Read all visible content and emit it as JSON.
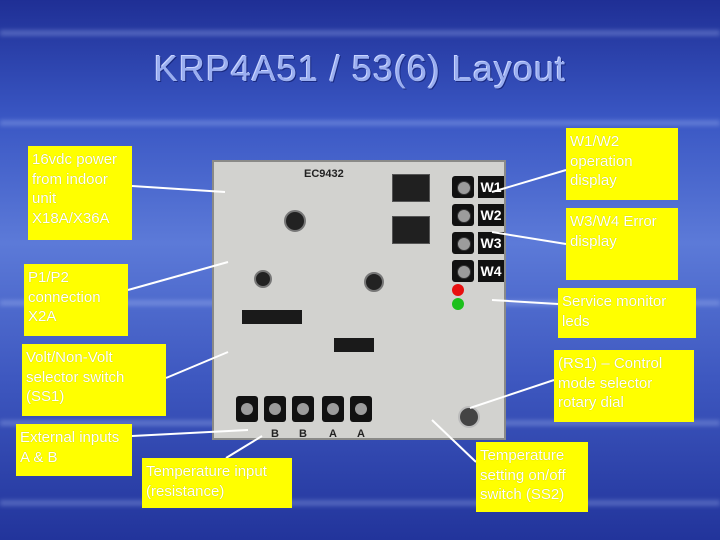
{
  "title": "KRP4A51 / 53(6)  Layout",
  "board": {
    "id": "EC9432",
    "terminals": [
      "W1",
      "W2",
      "W3",
      "W4"
    ],
    "bottom_terminals": [
      "B",
      "B",
      "A",
      "A"
    ]
  },
  "callouts": {
    "power": "16vdc power from indoor unit X18A/X36A",
    "p1p2": "P1/P2 connection X2A",
    "volt": "Volt/Non-Volt selector switch (SS1)",
    "external": "External inputs A & B",
    "temp_input": "Temperature input (resistance)",
    "w1w2": "W1/W2 operation display",
    "w3w4": "W3/W4 Error display",
    "service": "Service monitor leds",
    "rs1": "(RS1) – Control mode selector rotary dial",
    "ss2": " Temperature setting on/off switch (SS2)"
  },
  "colors": {
    "callout_bg": "#ffff00",
    "led_red": "#e81010",
    "led_green": "#1cc01c"
  }
}
